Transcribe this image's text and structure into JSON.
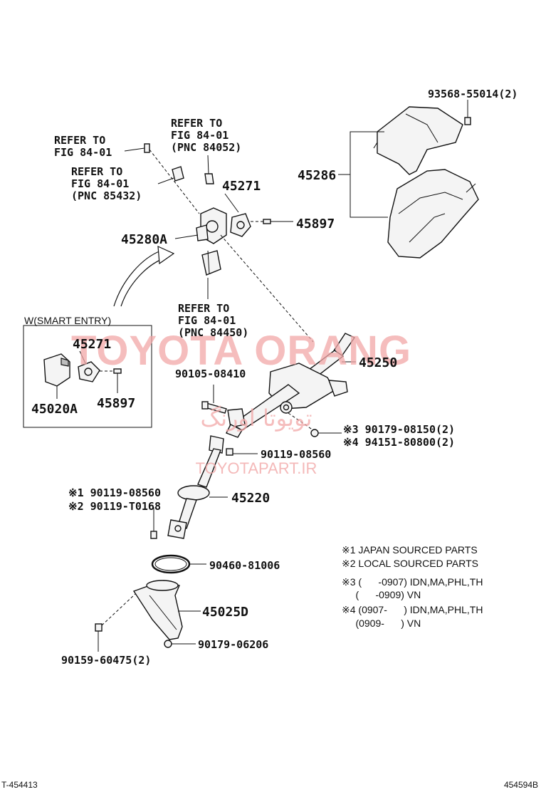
{
  "labels": {
    "p93568": "93568-55014(2)",
    "refer1_l1": "REFER TO",
    "refer1_l2": "FIG 84-01",
    "refer2_l1": "REFER TO",
    "refer2_l2": "FIG 84-01",
    "refer2_l3": "(PNC 84052)",
    "refer3_l1": "REFER TO",
    "refer3_l2": "FIG 84-01",
    "refer3_l3": "(PNC 85432)",
    "p45286": "45286",
    "p45271": "45271",
    "p45897": "45897",
    "p45280A": "45280A",
    "refer4_l1": "REFER TO",
    "refer4_l2": "FIG 84-01",
    "refer4_l3": "(PNC 84450)",
    "inset_title": "W(SMART ENTRY)",
    "inset_45271": "45271",
    "inset_45020A": "45020A",
    "inset_45897": "45897",
    "p45250": "45250",
    "p90105": "90105-08410",
    "p90179_08150": "※3 90179-08150(2)",
    "p94151": "※4 94151-80800(2)",
    "p90119_08560": "90119-08560",
    "p90119_08560_j": "※1 90119-08560",
    "p90119_T0168": "※2 90119-T0168",
    "p45220": "45220",
    "p90460": "90460-81006",
    "p45025D": "45025D",
    "p90179_06206": "90179-06206",
    "p90159": "90159-60475(2)",
    "note1": "※1  JAPAN SOURCED PARTS",
    "note2": "※2  LOCAL SOURCED PARTS",
    "note3a": "※3 (      -0907) IDN,MA,PHL,TH",
    "note3b": "     (      -0909) VN",
    "note4a": "※4 (0907-      ) IDN,MA,PHL,TH",
    "note4b": "     (0909-      ) VN",
    "footer_left": "T-454413",
    "footer_right": "454594B"
  },
  "watermark": {
    "brand": "TOYOTA ORANG",
    "persian": "تویوتا اورنگ",
    "url": "TOYOTAPART.IR",
    "color": "#f2a8a8"
  }
}
